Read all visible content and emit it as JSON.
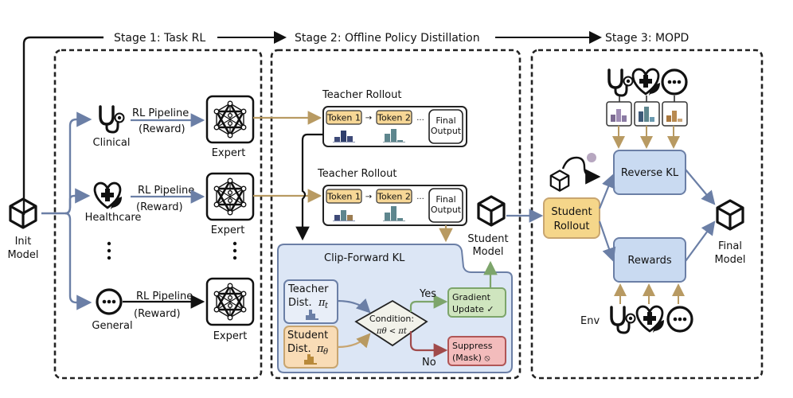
{
  "stages": {
    "stage1": "Stage 1: Task RL",
    "stage2": "Stage 2: Offline Policy Distillation",
    "stage3": "Stage 3: MOPD"
  },
  "init_model": {
    "line1": "Init",
    "line2": "Model"
  },
  "domains": [
    {
      "icon": "stethoscope-icon",
      "label": "Clinical"
    },
    {
      "icon": "heart-plus-leaf-icon",
      "label": "Healthcare"
    },
    {
      "icon": "ellipsis-circle-icon",
      "label": "General"
    }
  ],
  "pipeline": {
    "line1": "RL Pipeline",
    "line2": "(Reward)"
  },
  "expert_label": "Expert",
  "vertical_ellipsis": "⋮",
  "teacher_rollout": {
    "title": "Teacher Rollout",
    "token1": "Token 1",
    "token2": "Token 2",
    "arrow": "→",
    "dots": "...",
    "final_line1": "Final",
    "final_line2": "Output"
  },
  "clip_forward": {
    "title": "Clip-Forward KL",
    "teacher_line1": "Teacher",
    "teacher_line2": "Dist.",
    "teacher_symbol": "π",
    "teacher_sub": "t",
    "student_line1": "Student",
    "student_line2": "Dist.",
    "student_symbol": "π",
    "student_sub": "θ",
    "condition_line1": "Condition:",
    "condition_line2": "πθ < πt",
    "yes": "Yes",
    "no": "No",
    "gradient_line1": "Gradient",
    "gradient_line2": "Update ✓",
    "suppress_line1": "Suppress",
    "suppress_line2": "(Mask) ⦸"
  },
  "student_model": {
    "line1": "Student",
    "line2": "Model"
  },
  "mopd": {
    "student_rollout_line1": "Student",
    "student_rollout_line2": "Rollout",
    "reverse_kl": "Reverse KL",
    "rewards": "Rewards",
    "env": "Env",
    "final_line1": "Final",
    "final_line2": "Model"
  },
  "colors": {
    "blue_arrow": "#6b7fa6",
    "gold_arrow": "#b89a62",
    "token_fill": "#f7d796",
    "panel_blue": "#dce6f5",
    "box_blue": "#c9daf1",
    "rollout_fill": "#f5d68a",
    "orange_fill": "#f9dcb6",
    "green_fill": "#cfe5bf",
    "red_fill": "#f3bcbc"
  }
}
